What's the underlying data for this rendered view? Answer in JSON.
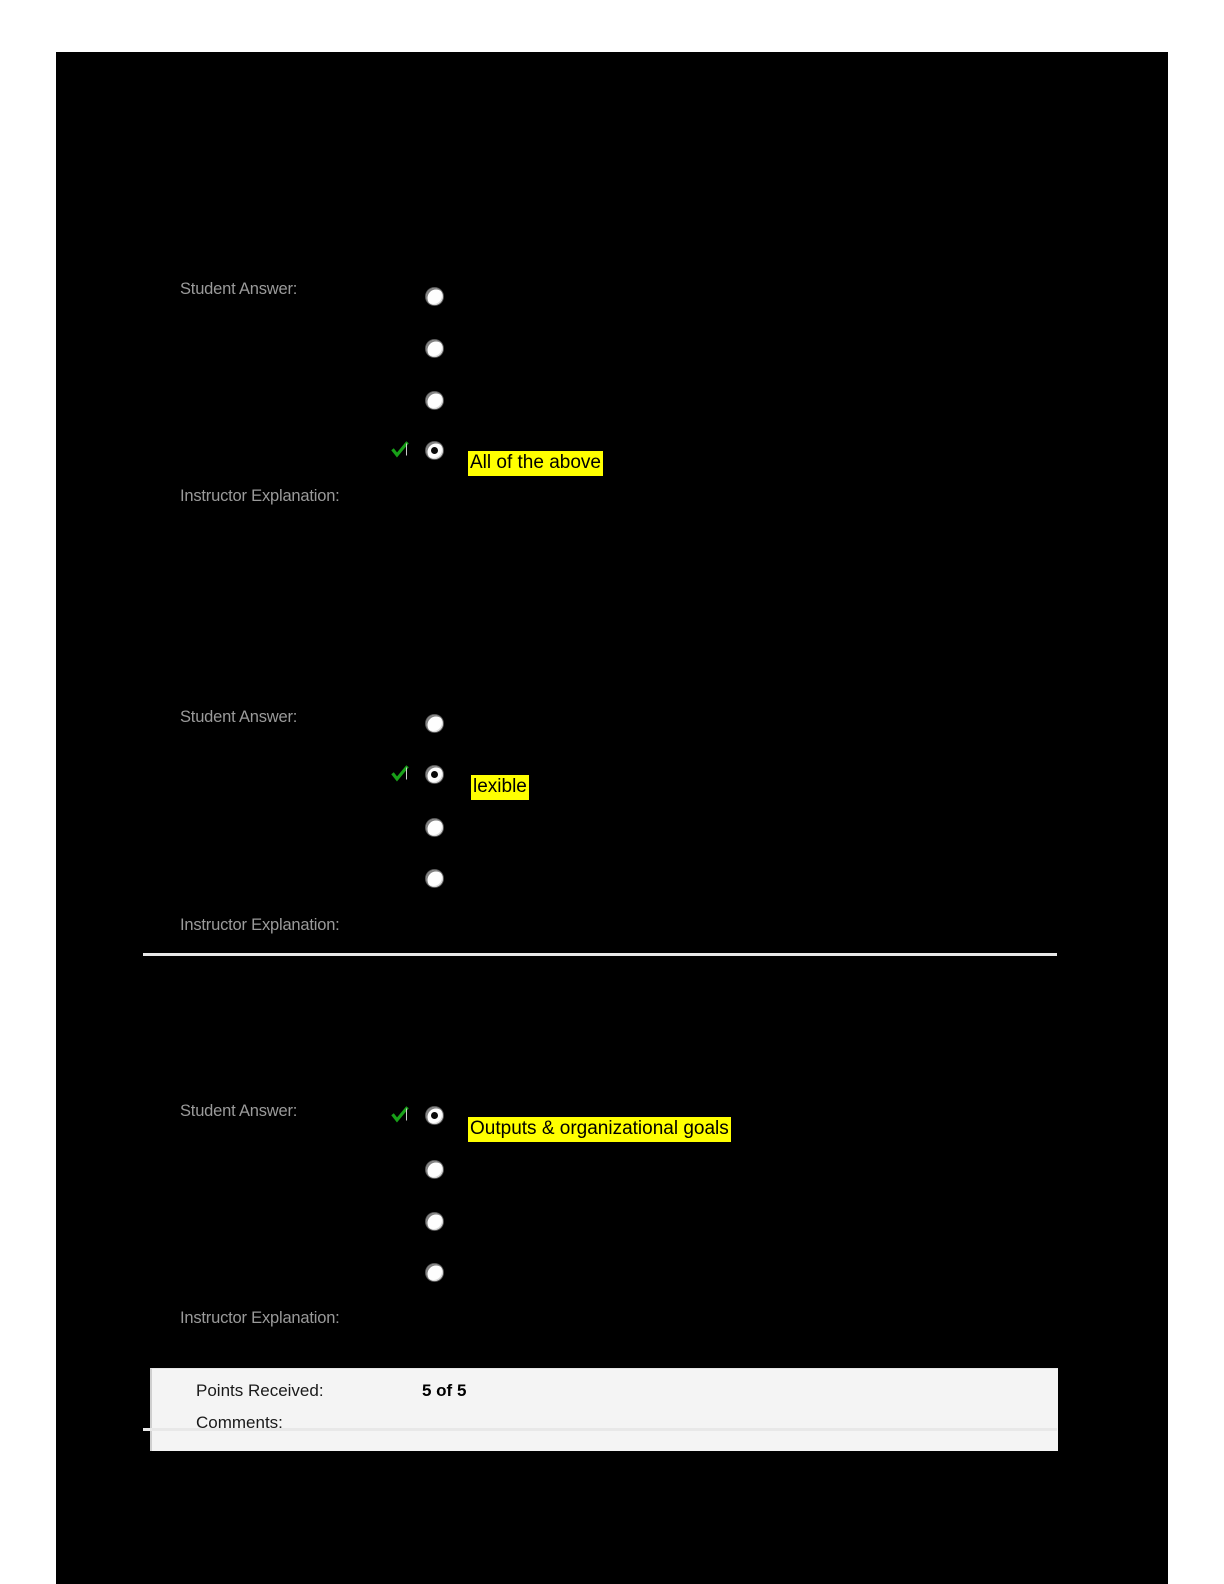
{
  "page": {
    "background_color": "#000000",
    "outer_background_color": "#ffffff",
    "label_color": "#9a9a9a",
    "highlight_color": "#ffff00",
    "check_color": "#18a018"
  },
  "questions": [
    {
      "student_answer_label": "Student Answer:",
      "instructor_explanation_label": "Instructor Explanation:",
      "options": [
        {
          "text": "",
          "selected": false,
          "correct": false
        },
        {
          "text": "",
          "selected": false,
          "correct": false
        },
        {
          "text": "",
          "selected": false,
          "correct": false
        },
        {
          "text": "All of the above",
          "selected": true,
          "correct": true
        }
      ]
    },
    {
      "student_answer_label": "Student Answer:",
      "instructor_explanation_label": "Instructor Explanation:",
      "options": [
        {
          "text": "",
          "selected": false,
          "correct": false
        },
        {
          "text": "lexible",
          "selected": true,
          "correct": true
        },
        {
          "text": "",
          "selected": false,
          "correct": false
        },
        {
          "text": "",
          "selected": false,
          "correct": false
        }
      ]
    },
    {
      "student_answer_label": "Student Answer:",
      "instructor_explanation_label": "Instructor Explanation:",
      "options": [
        {
          "text": "Outputs & organizational goals",
          "selected": true,
          "correct": true
        },
        {
          "text": "",
          "selected": false,
          "correct": false
        },
        {
          "text": "",
          "selected": false,
          "correct": false
        },
        {
          "text": "",
          "selected": false,
          "correct": false
        }
      ]
    }
  ],
  "footer": {
    "points_received_label": "Points Received:",
    "points_received_value": "5 of 5",
    "comments_label": "Comments:",
    "comments_value": ""
  }
}
